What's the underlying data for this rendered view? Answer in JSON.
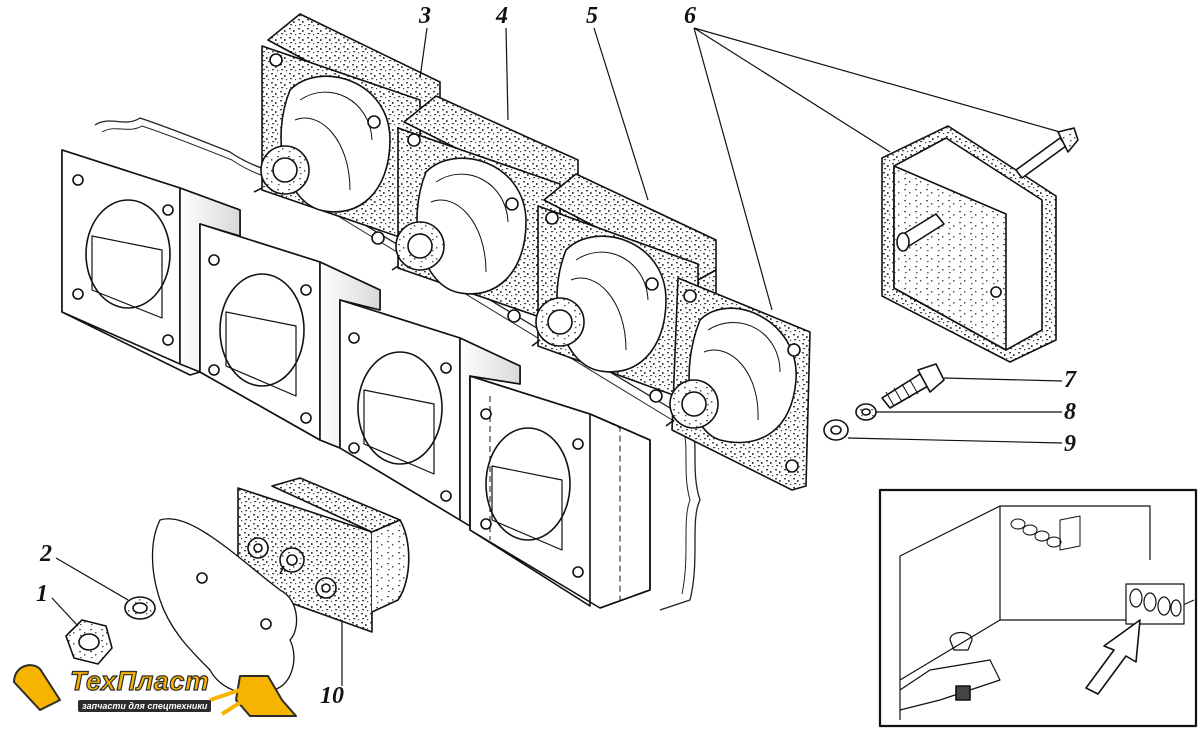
{
  "callouts": {
    "n1": "1",
    "n2": "2",
    "n3": "3",
    "n4": "4",
    "n5": "5",
    "n6": "6",
    "n7": "7",
    "n8": "8",
    "n9": "9",
    "n10": "10"
  },
  "logo": {
    "name": "ТехПласт",
    "tagline": "запчасти для спецтехники"
  },
  "colors": {
    "ink": "#111111",
    "logo_yellow": "#f6b400",
    "logo_dark": "#2c2c2c"
  }
}
